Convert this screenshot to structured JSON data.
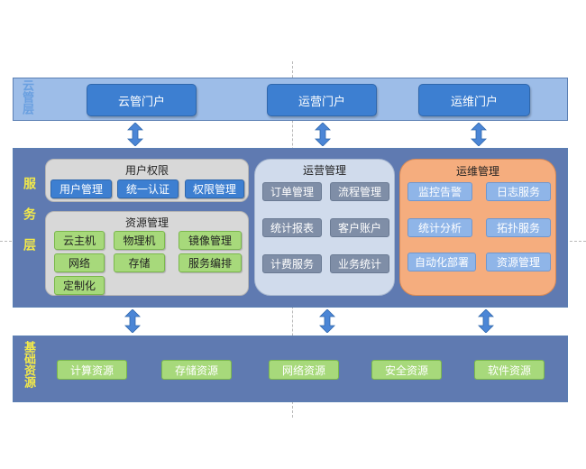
{
  "layers": {
    "top": "云管层",
    "mid": "服务层",
    "bottom": "基础资源"
  },
  "portals": [
    "云管门户",
    "运营门户",
    "运维门户"
  ],
  "service": {
    "user_perm": {
      "title": "用户权限",
      "items": [
        "用户管理",
        "统一认证",
        "权限管理"
      ]
    },
    "resource_mgmt": {
      "title": "资源管理",
      "items": [
        "云主机",
        "物理机",
        "镜像管理",
        "网络",
        "存储",
        "服务编排",
        "定制化"
      ]
    },
    "ops_mgmt": {
      "title": "运营管理",
      "items": [
        "订单管理",
        "流程管理",
        "统计报表",
        "客户账户",
        "计费服务",
        "业务统计"
      ]
    },
    "maint_mgmt": {
      "title": "运维管理",
      "items": [
        "监控告警",
        "日志服务",
        "统计分析",
        "拓扑服务",
        "自动化部署",
        "资源管理"
      ]
    }
  },
  "infra": [
    "计算资源",
    "存储资源",
    "网络资源",
    "安全资源",
    "软件资源"
  ],
  "colors": {
    "top_layer": "#9dbde8",
    "mid_layer": "#5f7ab1",
    "portal_blue": "#3d7fd1",
    "green": "#a7d97b",
    "orange_group": "#f5ad7e",
    "layer_label_yellow": "#f2e94a"
  }
}
